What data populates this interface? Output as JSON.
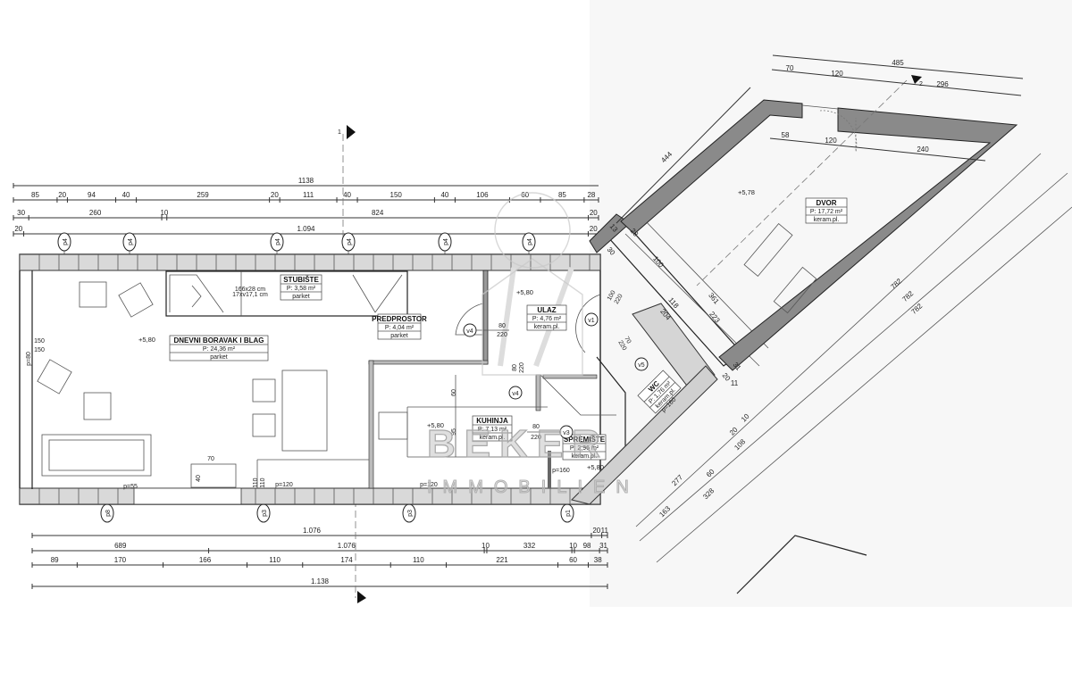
{
  "top_dimensions": [
    {
      "total_label": "1138",
      "segments": []
    },
    {
      "segments": [
        "85",
        "20",
        "94",
        "40",
        "259",
        "20",
        "111",
        "40",
        "150",
        "40",
        "106",
        "60",
        "85",
        "28"
      ]
    },
    {
      "segments": [
        "30",
        "260",
        "10",
        "824",
        "20"
      ]
    },
    {
      "segments": [
        "20",
        "1.094",
        "20"
      ]
    }
  ],
  "bottom_dimensions": [
    {
      "segments": [
        "1.076",
        "20",
        "11"
      ]
    },
    {
      "segments": [
        "689",
        "1.076",
        "10",
        "332",
        "10",
        "98",
        "31"
      ]
    },
    {
      "segments": [
        "89",
        "170",
        "166",
        "110",
        "174",
        "110",
        "221",
        "60",
        "38"
      ]
    },
    {
      "segments": [
        "1.138"
      ]
    }
  ],
  "section_markers": {
    "s1": "1",
    "s2": "2"
  },
  "axis_markers_top": [
    "p4",
    "p4",
    "p4",
    "p4",
    "p4",
    "p4"
  ],
  "axis_markers_bottom": [
    "p8",
    "p3",
    "p3",
    "p1"
  ],
  "rooms": {
    "dnevni": {
      "name": "DNEVNI BORAVAK I BLAG",
      "area": "P: 24,36 m²",
      "floor": "parket"
    },
    "stubiste": {
      "name": "STUBIŠTE",
      "area": "P: 3,58 m²",
      "floor": "parket",
      "note1": "166x28 cm",
      "note2": "17xv17,1 cm"
    },
    "predprostor": {
      "name": "PREDPROSTOR",
      "area": "P: 4,04 m²",
      "floor": "parket"
    },
    "ulaz": {
      "name": "ULAZ",
      "area": "P: 4,76 m²",
      "floor": "keram.pl."
    },
    "kuhinja": {
      "name": "KUHINJA",
      "area": "P: 7,13 m²",
      "floor": "keram.pl."
    },
    "spremiste": {
      "name": "SPREMIŠTE",
      "area": "P: 2,96 m²",
      "floor": "keram.pl."
    },
    "wc": {
      "name": "WC",
      "area": "P: 1,76 m²",
      "floor": "keram.pl."
    },
    "dvor": {
      "name": "DVOR",
      "area": "P: 17,72 m²",
      "floor": "keram.pl."
    }
  },
  "elevations": [
    "+5,80",
    "+5,80",
    "+5,80",
    "+5,80",
    "+5,78"
  ],
  "doors": {
    "v4a": {
      "id": "v4",
      "w": "80",
      "h": "220"
    },
    "v4b": {
      "id": "v4",
      "w": "80",
      "h": "220"
    },
    "v1": {
      "id": "v1",
      "w": "100",
      "h": "220"
    },
    "v5": {
      "id": "v5",
      "w": "70",
      "h": "220"
    },
    "v3": {
      "id": "v3",
      "w": "80",
      "h": "220"
    }
  },
  "misc_labels": {
    "p80": "p=80",
    "p55": "p=55",
    "p120a": "p=120",
    "p120b": "p=120",
    "p160a": "p=160",
    "p160b": "p=160",
    "w70": "70",
    "w40": "40",
    "h110a": "110",
    "h110b": "110",
    "d60": "60",
    "d95": "95",
    "d150": "150",
    "d150b": "150"
  },
  "dvor_dimensions": {
    "total": "485",
    "seg": [
      "70",
      "120",
      "296"
    ],
    "inner": [
      "58",
      "120",
      "240"
    ],
    "side": "444"
  },
  "diagonal_dimensions": {
    "d782": [
      "782",
      "782",
      "782"
    ],
    "inner": [
      "100",
      "361",
      "118",
      "223",
      "204",
      "13",
      "28",
      "30",
      "31",
      "20",
      "11"
    ],
    "lower": [
      "20",
      "10",
      "277",
      "60",
      "108",
      "163",
      "328"
    ]
  },
  "watermark": {
    "brand": "BEKER",
    "sub": "IMMOBILIEN"
  }
}
